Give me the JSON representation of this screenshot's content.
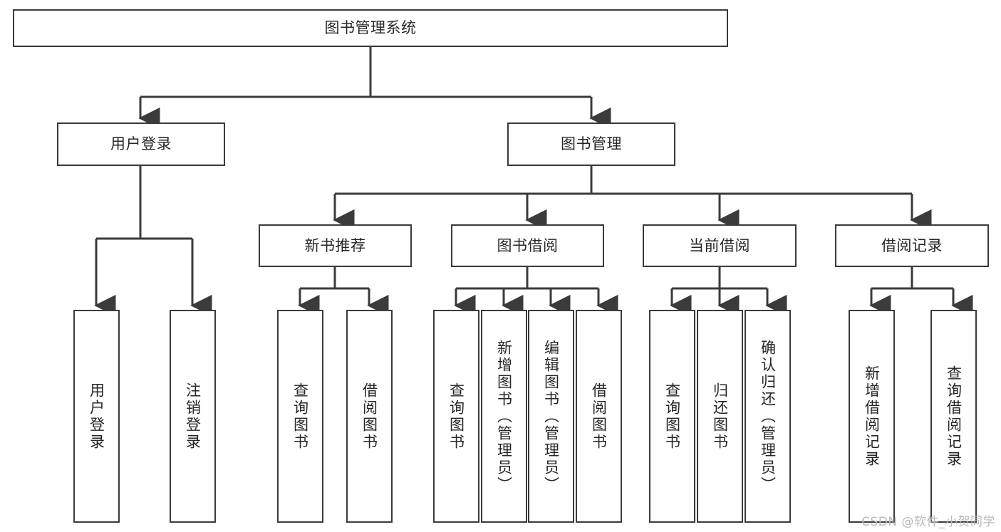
{
  "diagram": {
    "title": "图书管理系统",
    "type": "tree-hierarchy-chart",
    "line_color": "#3b3b3b",
    "box_fill": "#ffffff",
    "text_color": "#262626",
    "watermark": "CSDN @软件_小贺同学"
  },
  "root": {
    "label": "图书管理系统"
  },
  "level2": [
    {
      "label": "用户登录"
    },
    {
      "label": "图书管理"
    }
  ],
  "level3": [
    {
      "label": "新书推荐"
    },
    {
      "label": "图书借阅"
    },
    {
      "label": "当前借阅"
    },
    {
      "label": "借阅记录"
    }
  ],
  "leaves": {
    "user_login": [
      {
        "label": "用户登录"
      },
      {
        "label": "注销登录"
      }
    ],
    "new_book_recommend": [
      {
        "label": "查询图书"
      },
      {
        "label": "借阅图书"
      }
    ],
    "book_borrow": [
      {
        "label": "查询图书"
      },
      {
        "label": "新增图书（管理员）"
      },
      {
        "label": "编辑图书（管理员）"
      },
      {
        "label": "借阅图书"
      }
    ],
    "current_borrow": [
      {
        "label": "查询图书"
      },
      {
        "label": "归还图书"
      },
      {
        "label": "确认归还（管理员）"
      }
    ],
    "borrow_record": [
      {
        "label": "新增借阅记录"
      },
      {
        "label": "查询借阅记录"
      }
    ]
  }
}
